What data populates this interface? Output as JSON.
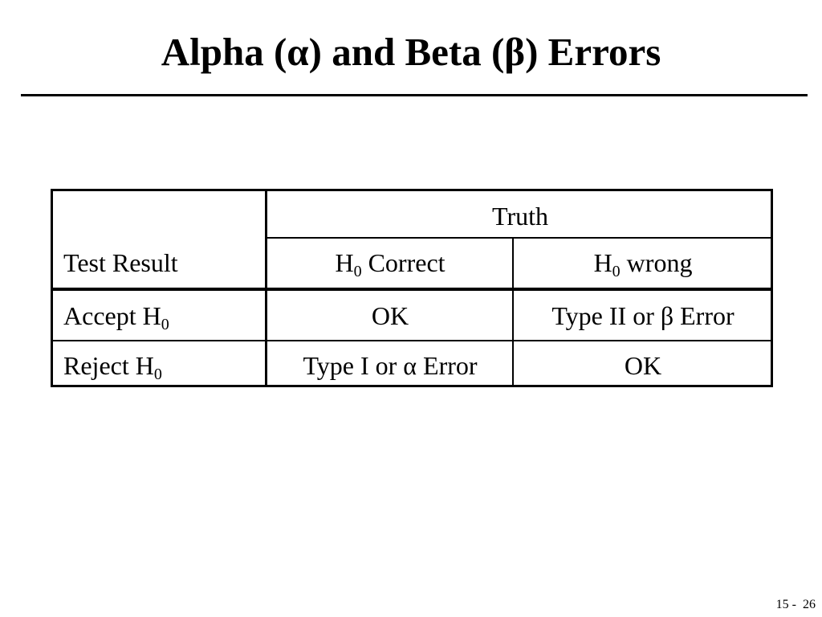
{
  "slide": {
    "title_prefix": "Alpha (",
    "alpha_symbol": "α",
    "title_middle": ") and Beta (",
    "beta_symbol": "β",
    "title_suffix": ") Errors"
  },
  "table": {
    "truth_header": "Truth",
    "row_header": "Test Result",
    "col1_text": "H",
    "col1_sub": "0",
    "col1_suffix": " Correct",
    "col2_text": "H",
    "col2_sub": "0",
    "col2_suffix": " wrong",
    "rows": [
      {
        "label_text": "Accept H",
        "label_sub": "0",
        "col1": "OK",
        "col2": "Type II or β Error"
      },
      {
        "label_text": "Reject H",
        "label_sub": "0",
        "col1": "Type I or α Error",
        "col2": "OK"
      }
    ]
  },
  "footer": {
    "page": "15 -  26"
  }
}
